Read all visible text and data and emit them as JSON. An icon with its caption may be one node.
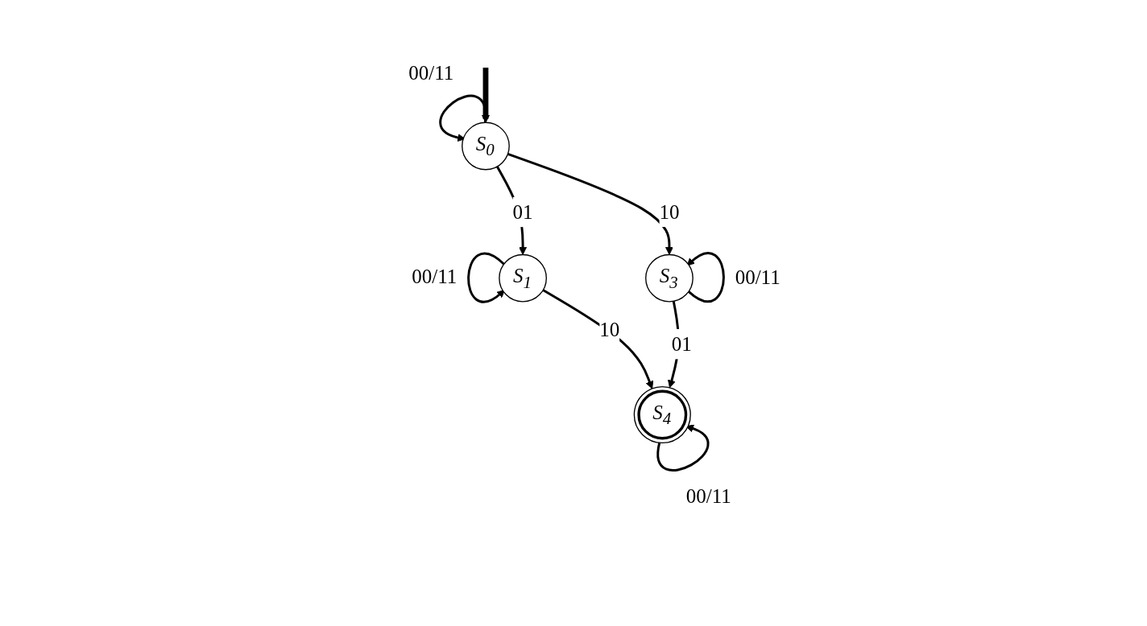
{
  "diagram": {
    "nodes": [
      {
        "text": [
          "S$_{0}$"
        ]
      },
      {
        "text": [
          "S$_{1}$"
        ]
      },
      {
        "text": [
          "S$_{4}$"
        ]
      },
      {
        "text": [
          "S$_{3}$"
        ]
      }
    ],
    "edges": [
      {
        "from": null,
        "to": 0,
        "arrow": "to",
        "style": "thick"
      },
      {
        "from": 0,
        "to": 0,
        "arrow": "to",
        "label": "00/11"
      },
      {
        "from": 0,
        "to": 1,
        "arrow": "to",
        "label": "01"
      },
      {
        "from": 0,
        "to": 3,
        "arrow": "to",
        "label": "10"
      },
      {
        "from": 1,
        "to": 1,
        "arrow": "to",
        "label": "00/11"
      },
      {
        "from": 1,
        "to": 2,
        "arrow": "to",
        "label": "10"
      },
      {
        "from": 3,
        "to": 2,
        "arrow": "to",
        "label": "01"
      },
      {
        "from": 2,
        "to": 2,
        "arrow": "to",
        "label": "00/11"
      },
      {
        "from": 3,
        "to": 3,
        "arrow": "to",
        "label": "00/11"
      }
    ]
  }
}
